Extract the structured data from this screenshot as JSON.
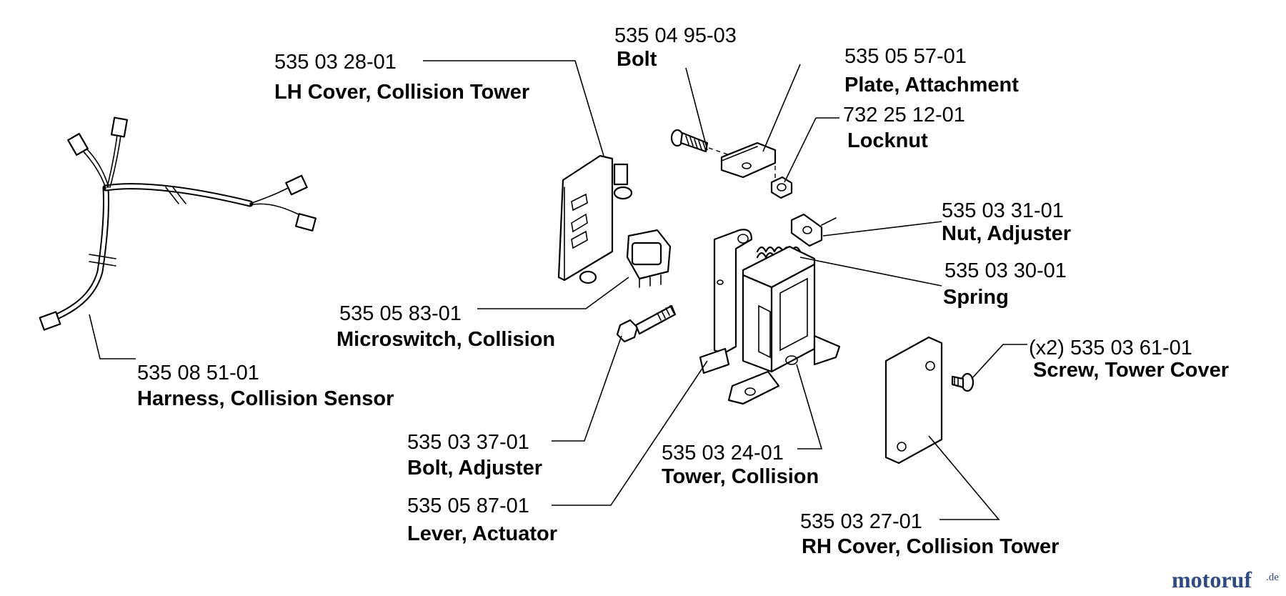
{
  "parts": {
    "bolt": {
      "number": "535 04 95-03",
      "name": "Bolt"
    },
    "lh_cover": {
      "number": "535 03 28-01",
      "name": "LH Cover, Collision Tower"
    },
    "plate": {
      "number": "535 05 57-01",
      "name": "Plate, Attachment"
    },
    "locknut": {
      "number": "732 25 12-01",
      "name": "Locknut"
    },
    "nut_adjuster": {
      "number": "535 03 31-01",
      "name": "Nut, Adjuster"
    },
    "spring": {
      "number": "535 03 30-01",
      "name": "Spring"
    },
    "microswitch": {
      "number": "535 05 83-01",
      "name": "Microswitch, Collision"
    },
    "harness": {
      "number": "535 08 51-01",
      "name": "Harness, Collision Sensor"
    },
    "screw": {
      "number": "(x2) 535 03 61-01",
      "name": "Screw, Tower Cover"
    },
    "bolt_adjuster": {
      "number": "535 03 37-01",
      "name": "Bolt, Adjuster"
    },
    "tower": {
      "number": "535 03 24-01",
      "name": "Tower, Collision"
    },
    "lever": {
      "number": "535 05 87-01",
      "name": "Lever, Actuator"
    },
    "rh_cover": {
      "number": "535 03 27-01",
      "name": "RH Cover, Collision Tower"
    }
  },
  "watermark": {
    "main": "motoruf",
    "suffix": ".de"
  }
}
